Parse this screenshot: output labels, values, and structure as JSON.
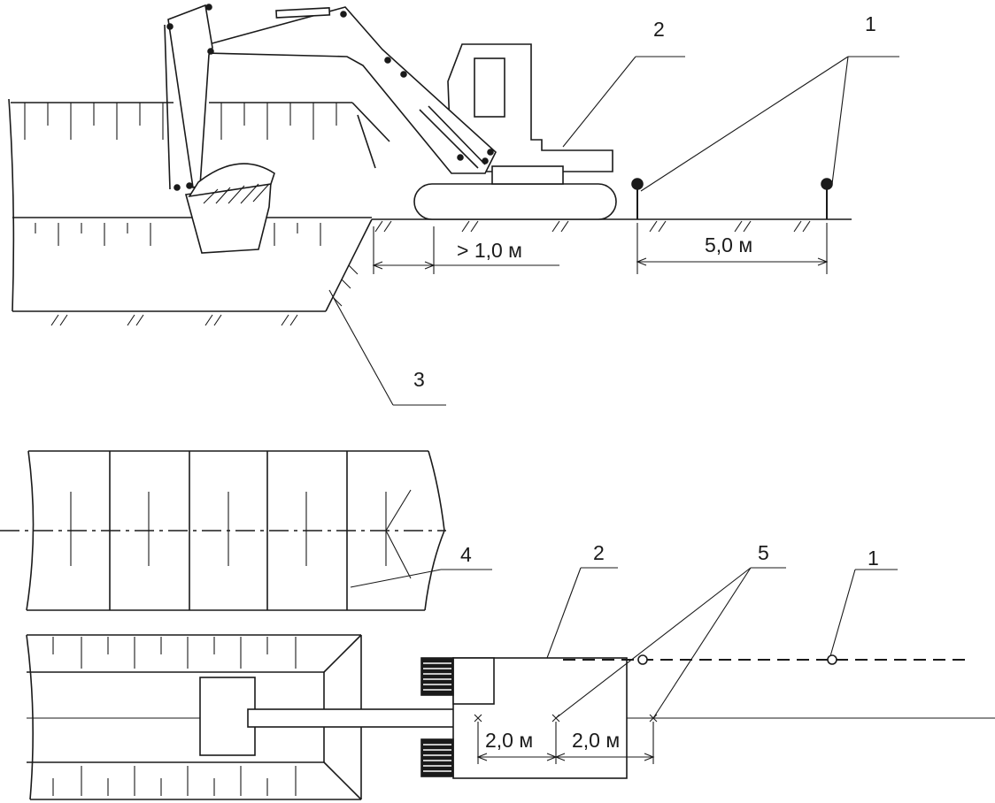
{
  "labels": {
    "top_marker_1": "1",
    "top_excavator_2": "2",
    "top_slope_3": "3",
    "bottom_trench_4": "4",
    "bottom_excavator_2": "2",
    "bottom_stakes_5": "5",
    "bottom_marker_1": "1"
  },
  "dimensions": {
    "edge_clearance": "> 1,0 м",
    "marker_spacing": "5,0 м",
    "stake_spacing_a": "2,0 м",
    "stake_spacing_b": "2,0 м"
  }
}
